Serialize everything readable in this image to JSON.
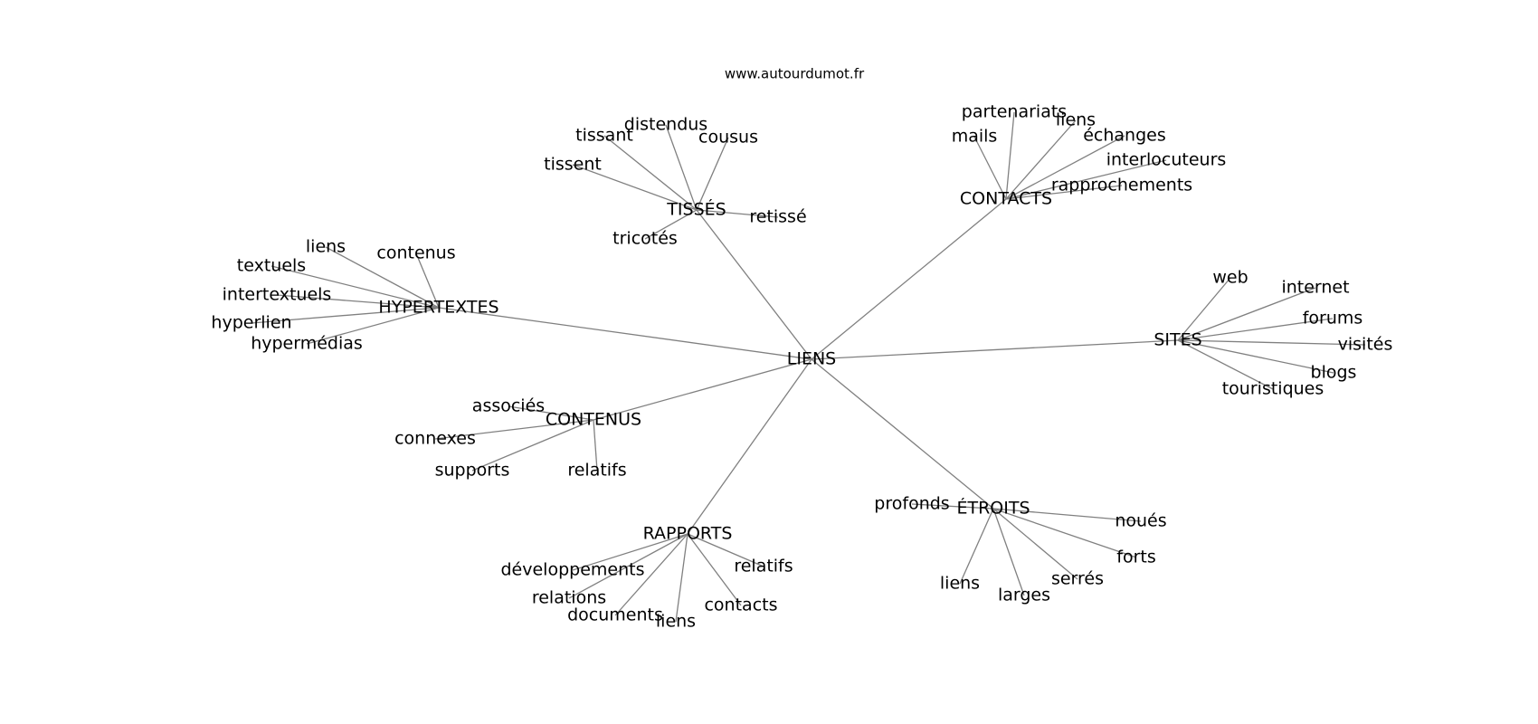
{
  "site": "www.autourdumot.fr",
  "center": "LIENS",
  "groups": [
    {
      "label": "TISSÉS",
      "leaves": [
        "distendus",
        "tissant",
        "cousus",
        "tissent",
        "retissé",
        "tricotés"
      ]
    },
    {
      "label": "CONTACTS",
      "leaves": [
        "partenariats",
        "liens",
        "mails",
        "échanges",
        "interlocuteurs",
        "rapprochements"
      ]
    },
    {
      "label": "HYPERTEXTES",
      "leaves": [
        "liens",
        "contenus",
        "textuels",
        "intertextuels",
        "hyperlien",
        "hypermédias"
      ]
    },
    {
      "label": "SITES",
      "leaves": [
        "web",
        "internet",
        "forums",
        "visités",
        "blogs",
        "touristiques"
      ]
    },
    {
      "label": "CONTENUS",
      "leaves": [
        "associés",
        "connexes",
        "supports",
        "relatifs"
      ]
    },
    {
      "label": "ÉTROITS",
      "leaves": [
        "profonds",
        "noués",
        "forts",
        "serrés",
        "larges",
        "liens"
      ]
    },
    {
      "label": "RAPPORTS",
      "leaves": [
        "relatifs",
        "développements",
        "relations",
        "contacts",
        "documents",
        "liens"
      ]
    }
  ]
}
